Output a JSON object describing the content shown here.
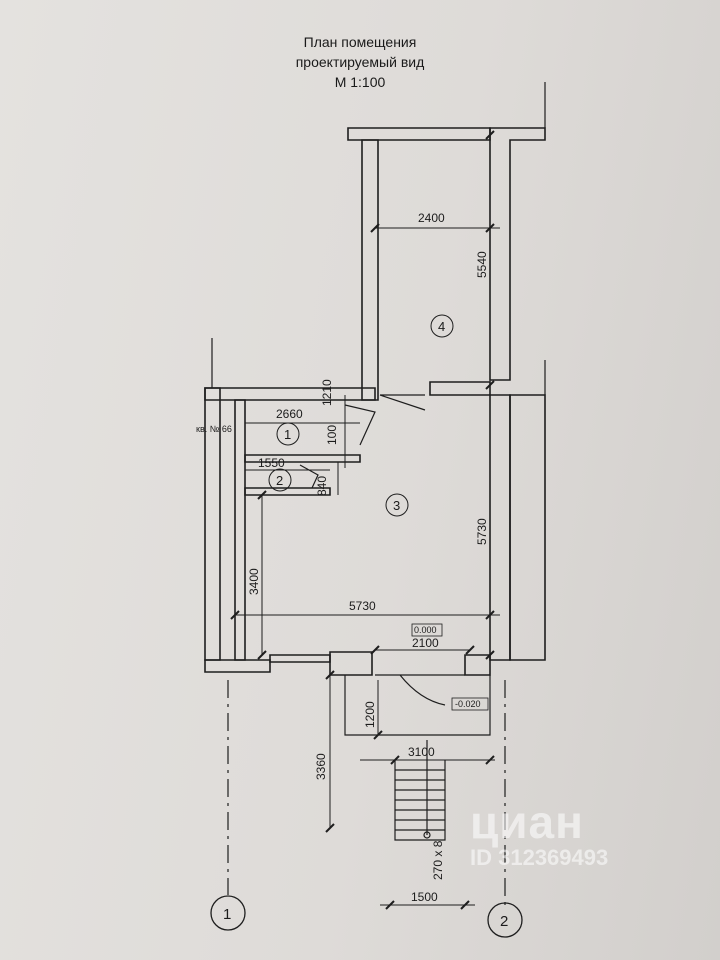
{
  "title": {
    "line1": "План помещения",
    "line2": "проектируемый  вид",
    "line3": "М 1:100"
  },
  "dimensions": {
    "room4_width": "2400",
    "room4_length": "5540",
    "wall_1210": "1210",
    "room1_width": "2660",
    "room1_depth": "100",
    "room2_width": "1550",
    "room2_depth": "840",
    "room3_length": "5730",
    "room3_width": "5730",
    "left_3400": "3400",
    "entrance_2100": "2100",
    "porch_1200": "1200",
    "porch_3360": "3360",
    "stair_3100": "3100",
    "stair_steps": "270 x 8",
    "stair_1500": "1500"
  },
  "levels": {
    "floor": "0.000",
    "porch": "-0.020"
  },
  "tags": {
    "neighbor": "кв. № 66"
  },
  "rooms": [
    "1",
    "2",
    "3",
    "4"
  ],
  "axes": [
    "1",
    "2"
  ],
  "watermark": {
    "brand": "циан",
    "id": "ID 312369493"
  }
}
